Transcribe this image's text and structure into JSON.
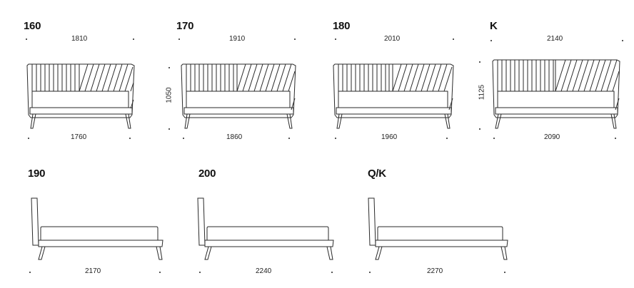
{
  "front_views": [
    {
      "label": "160",
      "top_width": "1810",
      "bottom_width": "1760",
      "height": ""
    },
    {
      "label": "170",
      "top_width": "1910",
      "bottom_width": "1860",
      "height": "1050"
    },
    {
      "label": "180",
      "top_width": "2010",
      "bottom_width": "1960",
      "height": ""
    },
    {
      "label": "K",
      "top_width": "2140",
      "bottom_width": "2090",
      "height": "1125"
    }
  ],
  "side_views": [
    {
      "label": "190",
      "length": "2170"
    },
    {
      "label": "200",
      "length": "2240"
    },
    {
      "label": "Q/K",
      "length": "2270"
    }
  ]
}
